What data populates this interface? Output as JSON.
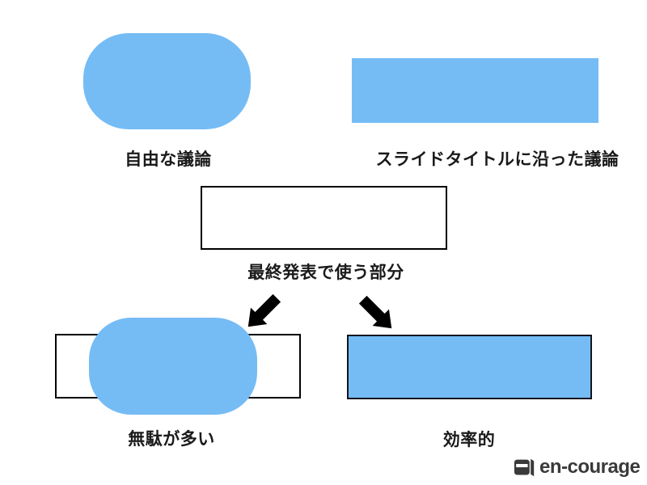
{
  "slide": {
    "background_color": "#ffffff",
    "accent_blue": "#75BCF5",
    "outline_color": "#000000",
    "text_color": "#1a1a1a",
    "top_left": {
      "shape": "rounded-rectangle",
      "fill": "#75BCF5",
      "label": "自由な議論"
    },
    "top_right": {
      "shape": "rectangle",
      "fill": "#75BCF5",
      "label": "スライドタイトルに沿った議論"
    },
    "middle": {
      "shape": "outlined-rectangle",
      "fill": "#ffffff",
      "label": "最終発表で使う部分"
    },
    "arrows": {
      "left_icon": "arrow-down-left",
      "right_icon": "arrow-down-right",
      "color": "#000000"
    },
    "bottom_left": {
      "shape": "rounded-rectangle-over-outlined-rectangle",
      "fill": "#75BCF5",
      "label": "無駄が多い"
    },
    "bottom_right": {
      "shape": "outlined-filled-rectangle",
      "fill": "#75BCF5",
      "label": "効率的"
    }
  },
  "footer": {
    "logo_text": "en-courage",
    "logo_icon": "book-icon",
    "logo_color": "#3a3a3a"
  }
}
